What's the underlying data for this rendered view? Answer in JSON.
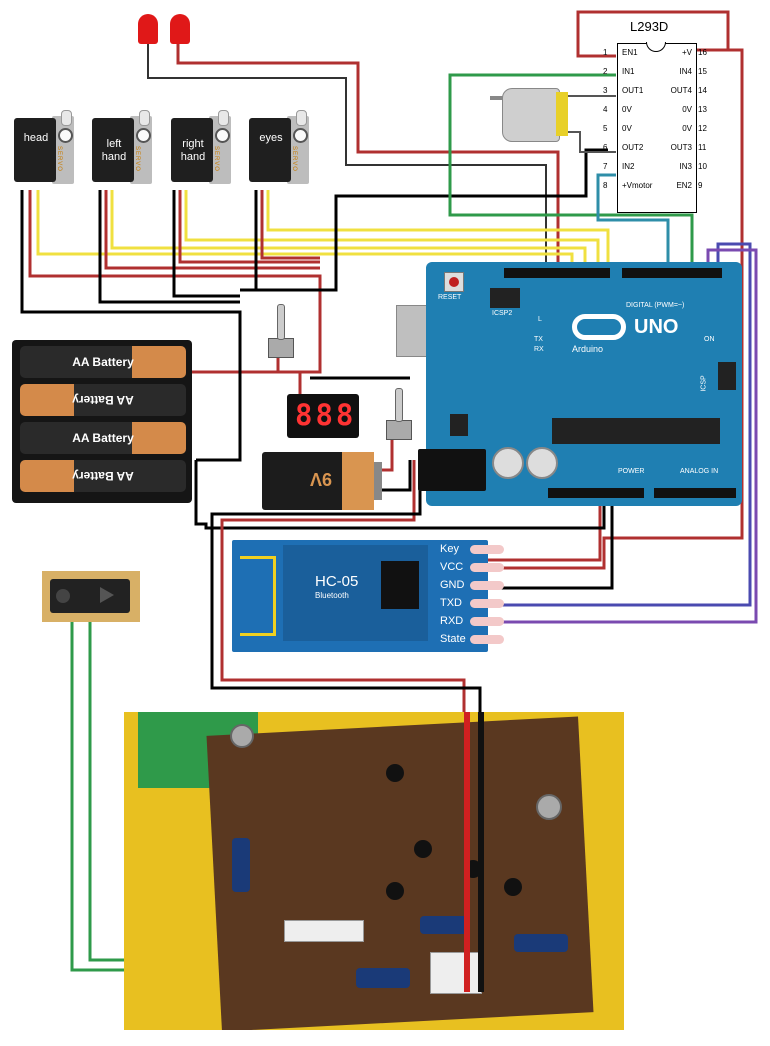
{
  "servos": [
    {
      "label": "head",
      "brand": "SERVO"
    },
    {
      "label": "left hand",
      "brand": "SERVO"
    },
    {
      "label": "right hand",
      "brand": "SERVO"
    },
    {
      "label": "eyes",
      "brand": "SERVO"
    }
  ],
  "battery_pack": {
    "cells": [
      "AA  Battery",
      "AA  Battery",
      "AA  Battery",
      "AA  Battery"
    ]
  },
  "l293d": {
    "title": "L293D",
    "left_pins": [
      {
        "num": "1",
        "name": "EN1"
      },
      {
        "num": "2",
        "name": "IN1"
      },
      {
        "num": "3",
        "name": "OUT1"
      },
      {
        "num": "4",
        "name": "0V"
      },
      {
        "num": "5",
        "name": "0V"
      },
      {
        "num": "6",
        "name": "OUT2"
      },
      {
        "num": "7",
        "name": "IN2"
      },
      {
        "num": "8",
        "name": "+Vmotor"
      }
    ],
    "right_pins": [
      {
        "num": "16",
        "name": "+V"
      },
      {
        "num": "15",
        "name": "IN4"
      },
      {
        "num": "14",
        "name": "OUT4"
      },
      {
        "num": "13",
        "name": "0V"
      },
      {
        "num": "12",
        "name": "0V"
      },
      {
        "num": "11",
        "name": "OUT3"
      },
      {
        "num": "10",
        "name": "IN3"
      },
      {
        "num": "9",
        "name": "EN2"
      }
    ]
  },
  "arduino": {
    "logo": "UNO",
    "brand": "Arduino",
    "reset": "RESET",
    "icsp2": "ICSP2",
    "icsp": "ICSP",
    "digital": "DIGITAL (PWM=~)",
    "power": "POWER",
    "analog": "ANALOG IN",
    "on": "ON",
    "tx": "TX",
    "rx": "RX",
    "l": "L"
  },
  "display": {
    "digits": "888"
  },
  "battery_9v": {
    "label": "9V"
  },
  "bluetooth": {
    "model": "HC-05",
    "sub": "Bluetooth",
    "pins": [
      "Key",
      "VCC",
      "GND",
      "TXD",
      "RXD",
      "State"
    ]
  },
  "colors": {
    "wire_red": "#b03030",
    "wire_black": "#000000",
    "wire_yellow": "#f0e040",
    "wire_green": "#2f9a4a",
    "wire_teal": "#2e8ea8",
    "wire_purple": "#7a4ab0",
    "arduino_blue": "#1f7fb2",
    "bt_blue": "#1e6fb4"
  }
}
